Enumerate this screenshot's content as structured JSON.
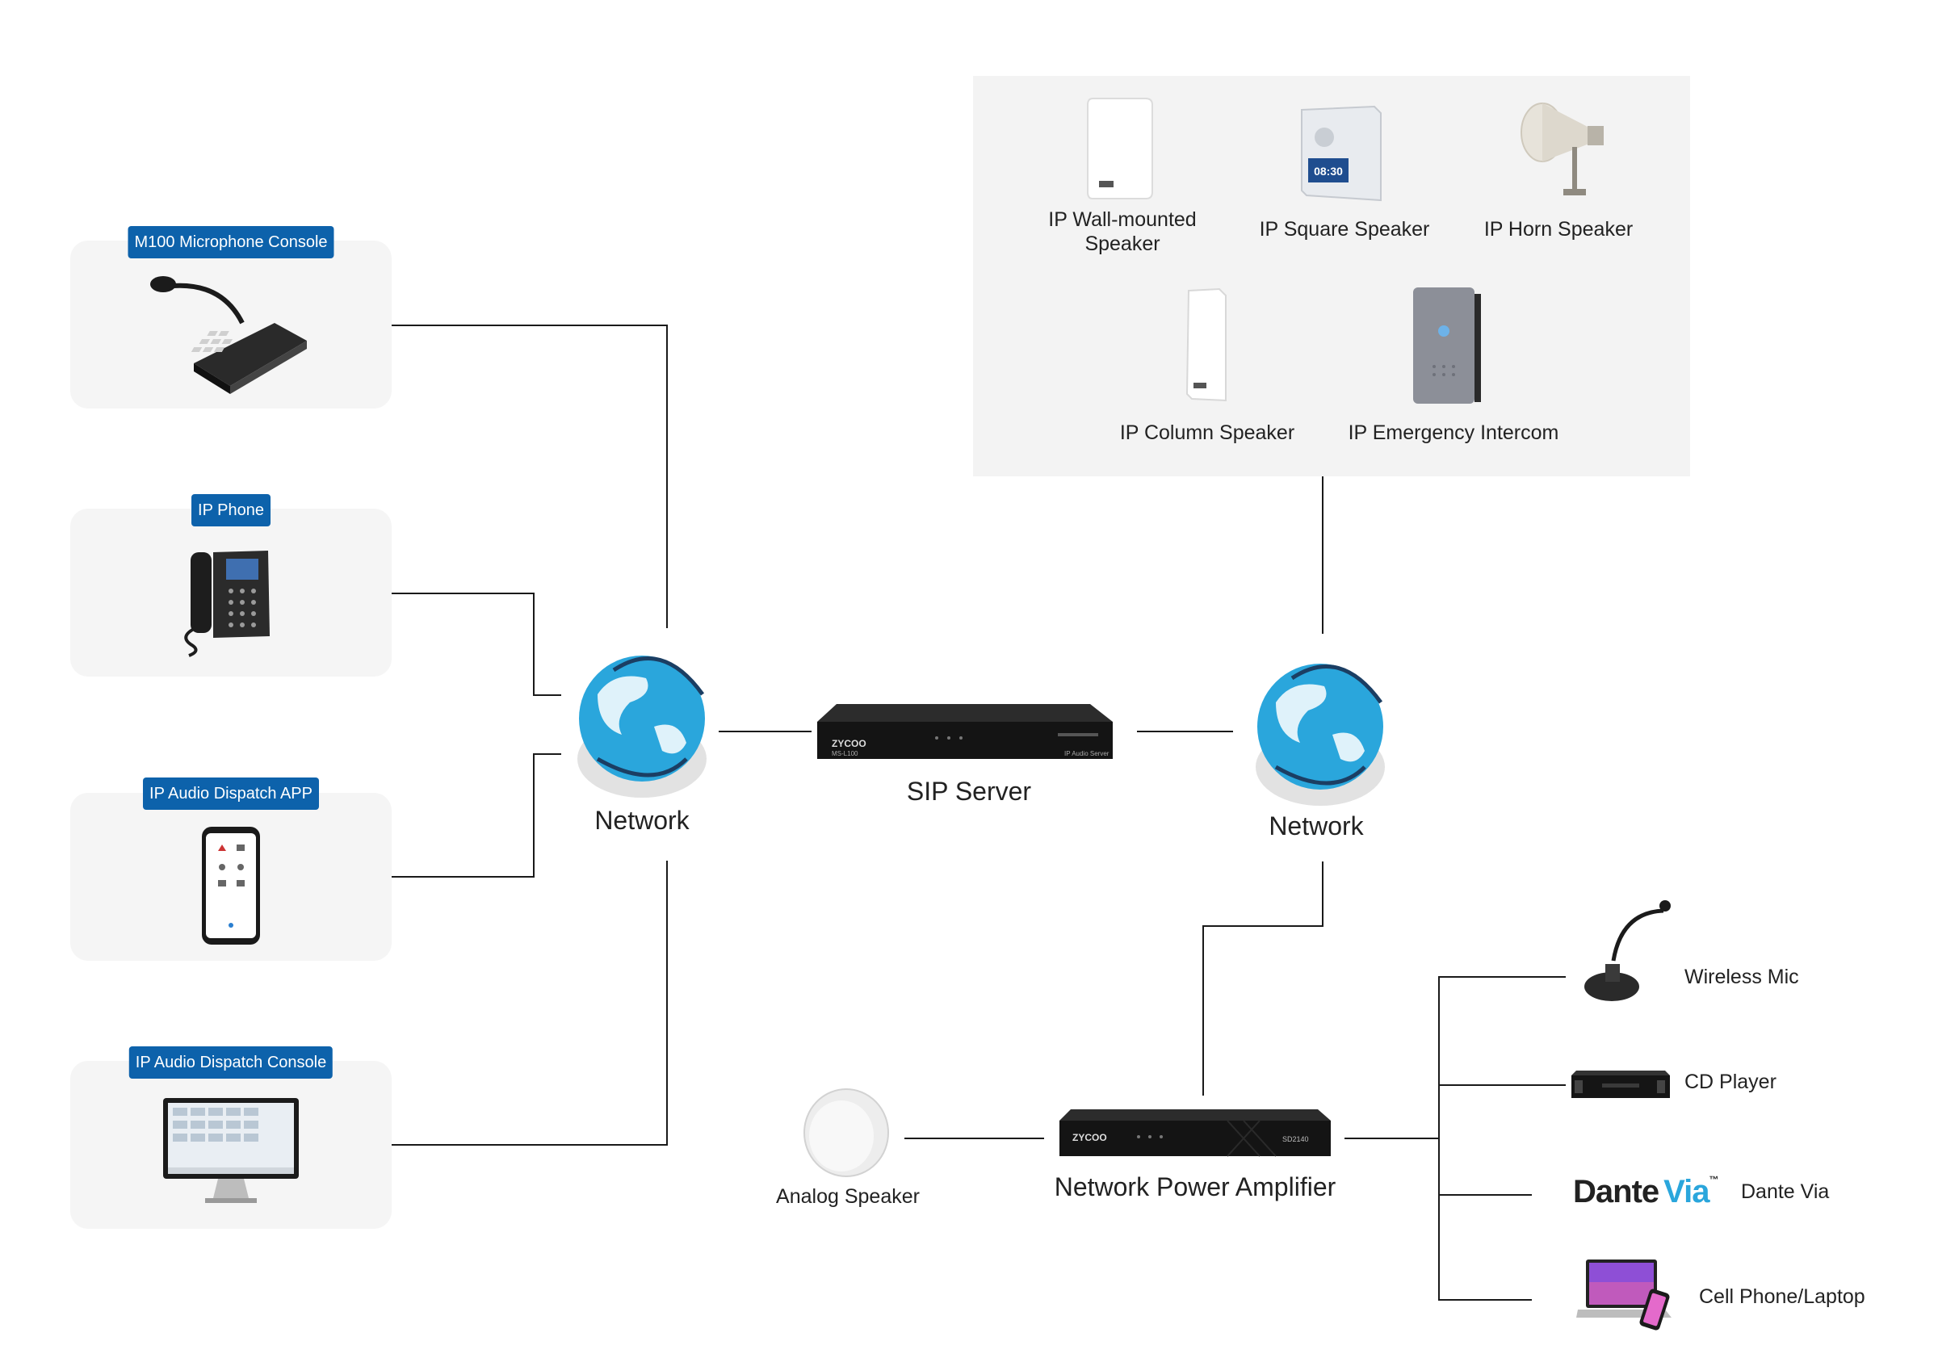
{
  "left_devices": [
    {
      "tag": "M100 Microphone Console",
      "icon": "microphone-console-icon"
    },
    {
      "tag": "IP Phone",
      "icon": "ip-phone-icon"
    },
    {
      "tag": "IP Audio Dispatch APP",
      "icon": "smartphone-app-icon"
    },
    {
      "tag": "IP Audio Dispatch Console",
      "icon": "monitor-console-icon"
    }
  ],
  "network_left_label": "Network",
  "network_right_label": "Network",
  "sip_server": {
    "label": "SIP Server",
    "brand": "ZYCOO",
    "model": "MS-L100",
    "caption": "IP Audio Server"
  },
  "speakers_panel": {
    "items": [
      {
        "label": "IP Wall-mounted\nSpeaker",
        "icon": "wall-speaker-icon"
      },
      {
        "label": "IP Square Speaker",
        "icon": "square-speaker-icon",
        "display": "08:30"
      },
      {
        "label": "IP Horn Speaker",
        "icon": "horn-speaker-icon"
      },
      {
        "label": "IP Column Speaker",
        "icon": "column-speaker-icon"
      },
      {
        "label": "IP Emergency Intercom",
        "icon": "emergency-intercom-icon"
      }
    ]
  },
  "amplifier": {
    "label": "Network Power Amplifier",
    "brand": "ZYCOO",
    "model": "SD2140"
  },
  "analog_speaker": {
    "label": "Analog Speaker",
    "icon": "ceiling-speaker-icon"
  },
  "inputs": [
    {
      "label": "Wireless Mic",
      "icon": "gooseneck-mic-icon"
    },
    {
      "label": "CD Player",
      "icon": "cd-player-icon"
    },
    {
      "label": "Dante Via",
      "logo_dante": "Dante",
      "logo_via": "Via",
      "logo_tm": "™"
    },
    {
      "label": "Cell Phone/Laptop",
      "icon": "laptop-phone-icon"
    }
  ],
  "colors": {
    "tag_bg": "#0d62ab",
    "globe_blue": "#2aa6dc",
    "line": "#1a1a1a",
    "card_bg": "#f5f5f5"
  }
}
